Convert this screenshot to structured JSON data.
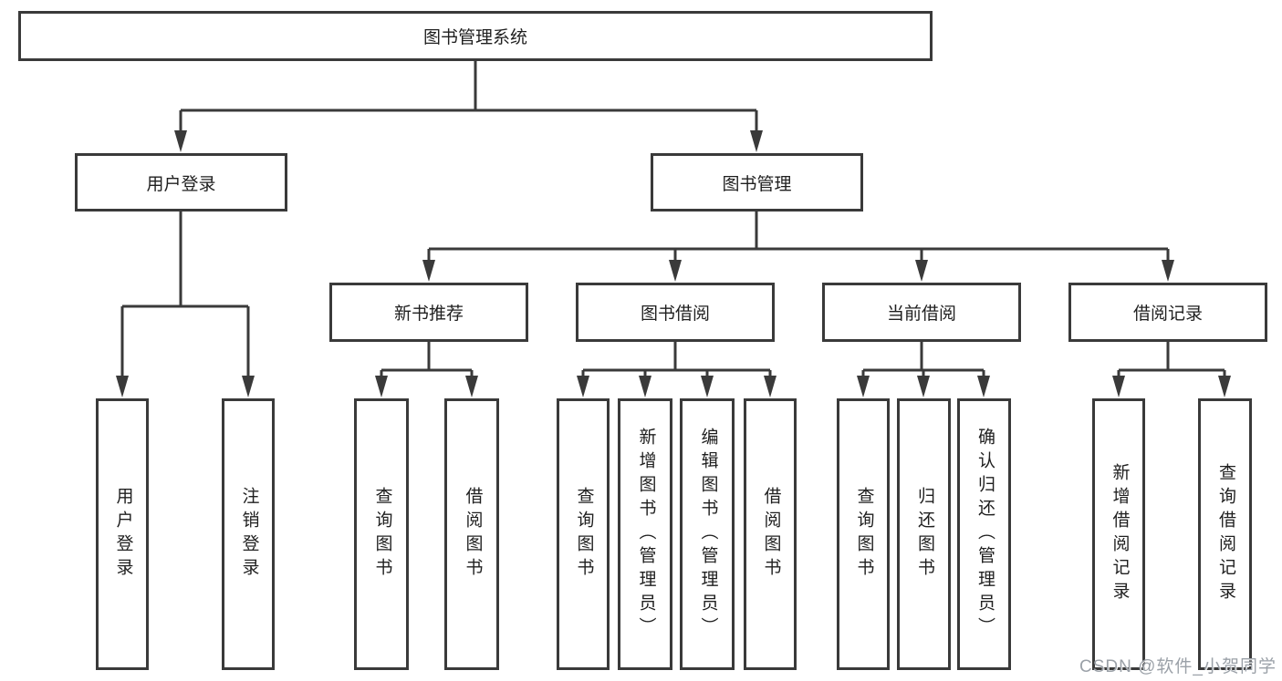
{
  "tree": {
    "root": {
      "label": "图书管理系统"
    },
    "branches": [
      {
        "label": "用户登录",
        "children": [
          "用户登录",
          "注销登录"
        ]
      },
      {
        "label": "图书管理",
        "children": [
          {
            "label": "新书推荐",
            "children": [
              "查询图书",
              "借阅图书"
            ]
          },
          {
            "label": "图书借阅",
            "children": [
              "查询图书",
              "新增图书（管理员）",
              "编辑图书（管理员）",
              "借阅图书"
            ]
          },
          {
            "label": "当前借阅",
            "children": [
              "查询图书",
              "归还图书",
              "确认归还（管理员）"
            ]
          },
          {
            "label": "借阅记录",
            "children": [
              "新增借阅记录",
              "查询借阅记录"
            ]
          }
        ]
      }
    ]
  },
  "watermark": {
    "text": "CSDN @软件_小贺同学"
  },
  "colors": {
    "line": "#3a3a3a",
    "box_border": "#3a3a3a",
    "text": "#1f1f1f",
    "watermark": "#9ba1a8",
    "background": "#ffffff"
  }
}
